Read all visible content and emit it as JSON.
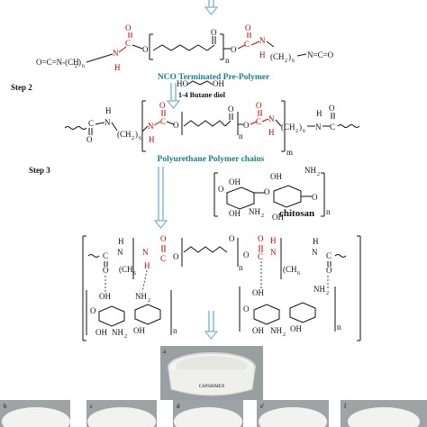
{
  "labels": {
    "prepolymer": "NCO Terminated Pre-Polymer",
    "step2": "Step 2",
    "butanediol": "1-4 Butane diol",
    "pu_chains": "Polyurethane Polymer chains",
    "step3": "Step 3",
    "chitosan": "chitosan"
  },
  "chem": {
    "nco_left": "O=C=N-(CH",
    "ch2_6": "(CH",
    "sub2": "2",
    "sub6": "6",
    "close_paren": ")",
    "nco_right": "N=C=O",
    "n": "n",
    "m": "m",
    "H": "H",
    "N": "N",
    "O": "O",
    "C": "C",
    "OH": "OH",
    "HO": "HO",
    "NH2": "NH",
    "ho_oh": "HO        OH"
  },
  "photo_labels": {
    "a": "a",
    "b": "b",
    "c": "c",
    "d": "d",
    "e": "e'",
    "f": "f",
    "dish_text": "CAPSRIMEX"
  },
  "colors": {
    "red": "#d40000",
    "teal": "#1a7f8c",
    "arrow": "#7ab3d6",
    "hbond": "#3a3aa8"
  }
}
